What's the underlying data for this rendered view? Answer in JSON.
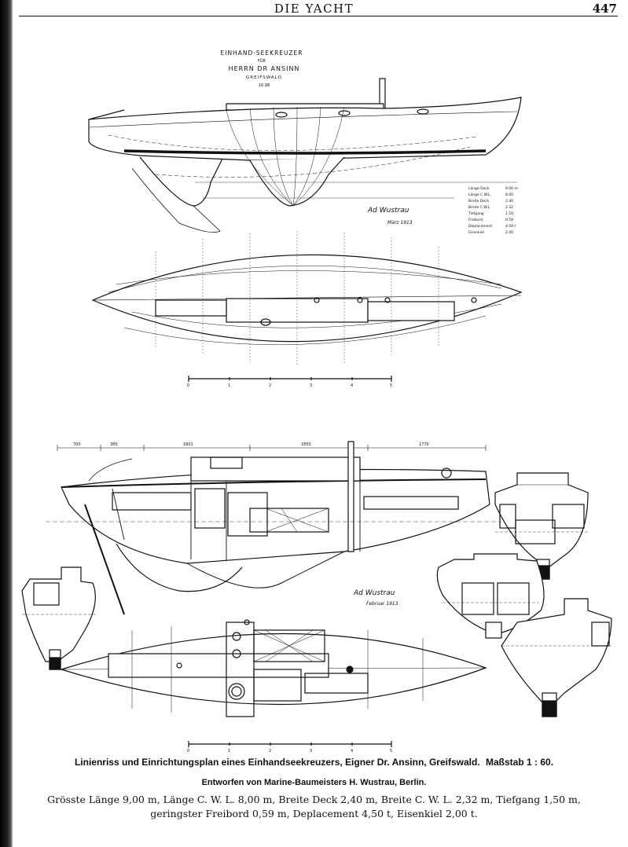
{
  "header": {
    "title": "DIE YACHT",
    "page_number": "447"
  },
  "sheet_title": {
    "line1": "EINHAND-SEEKREUZER",
    "line2": "FÜR",
    "line3": "HERRN DR ANSINN",
    "line4": "GREIFSWALD",
    "line5": "16.98"
  },
  "signatures": {
    "top": "Ad Wustrau",
    "top_date": "März 1913",
    "bottom": "Ad Wustrau",
    "bottom_date": "Februar 1913"
  },
  "dimensions_table": [
    {
      "label": "Länge Deck",
      "value": "9.00 m"
    },
    {
      "label": "Länge C.W.L.",
      "value": "8.00"
    },
    {
      "label": "Breite Deck",
      "value": "2.40"
    },
    {
      "label": "Breite C.W.L.",
      "value": "2.32"
    },
    {
      "label": "Tiefgang",
      "value": "1.50"
    },
    {
      "label": "Freibord",
      "value": "0.59"
    },
    {
      "label": "Deplacement",
      "value": "4.50 t"
    },
    {
      "label": "Eisenkiel",
      "value": "2.00"
    }
  ],
  "scale_bar_labels": [
    "0",
    "1",
    "2",
    "3",
    "4",
    "5"
  ],
  "station_dims": [
    "700",
    "380",
    "1801",
    "1850",
    "1770"
  ],
  "caption": {
    "line1_bold": "Linienriss und Einrichtungsplan eines Einhandseekreuzers, Eigner Dr. Ansinn, Greifswald.",
    "line1_scale": "Maßstab 1 : 60.",
    "line2": "Entworfen von Marine-Baumeisters H. Wustrau, Berlin.",
    "line3": "Grösste Länge 9,00 m,  Länge C. W. L. 8,00 m,  Breite Deck 2,40 m,  Breite C. W. L. 2,32 m,  Tiefgang 1,50 m,",
    "line4": "geringster Freibord 0,59 m,  Deplacement 4,50 t,  Eisenkiel 2,00 t."
  }
}
